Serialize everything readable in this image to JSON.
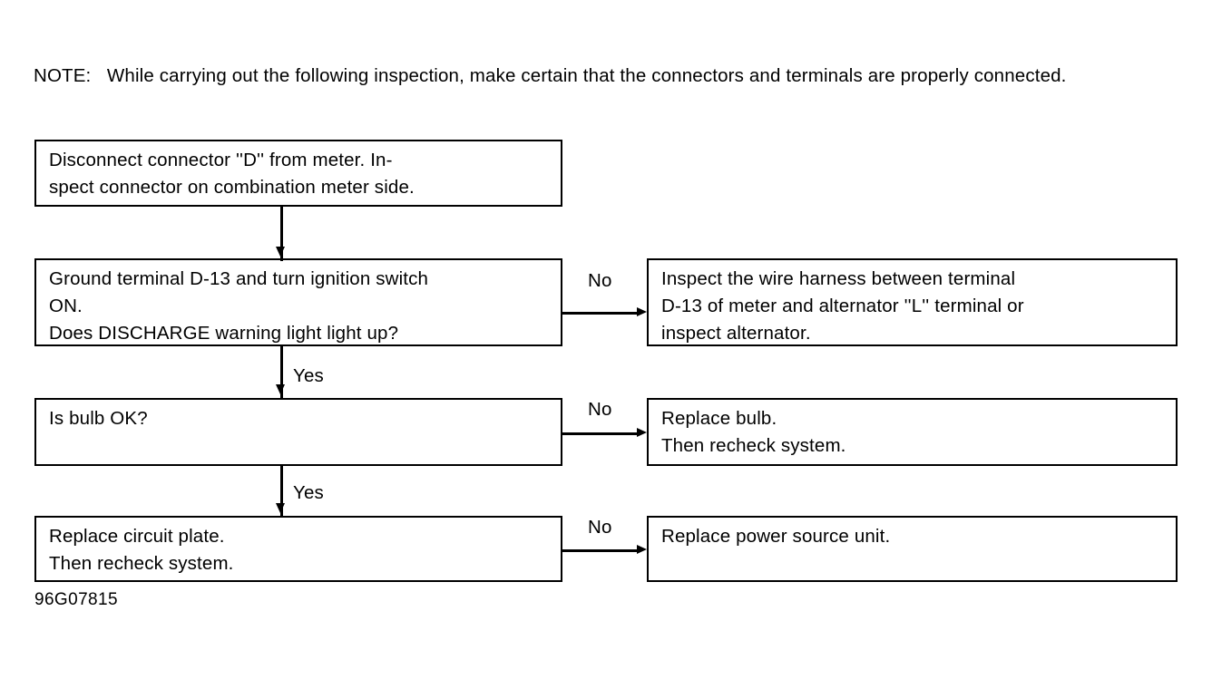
{
  "note": {
    "text": "NOTE:   While carrying out the following inspection, make certain that the connectors and terminals are properly connected."
  },
  "flowchart": {
    "boxes": {
      "disconnect": "Disconnect connector ''D'' from meter. In-\nspect connector on combination meter side.",
      "ground": "Ground terminal D-13 and turn ignition switch\nON.\nDoes DISCHARGE warning light light up?",
      "harness": "Inspect the wire harness between terminal\nD-13 of meter and alternator ''L'' terminal or\ninspect alternator.",
      "bulb": "Is bulb OK?",
      "replace_bulb": "Replace bulb.\nThen recheck system.",
      "circuit_plate": "Replace circuit plate.\nThen recheck system.",
      "power_source": "Replace power source unit."
    },
    "labels": {
      "no_1": "No",
      "no_2": "No",
      "no_3": "No",
      "yes_1": "Yes",
      "yes_2": "Yes"
    }
  },
  "figure_code": "96G07815",
  "colors": {
    "ink": "#000000",
    "paper": "#ffffff"
  }
}
